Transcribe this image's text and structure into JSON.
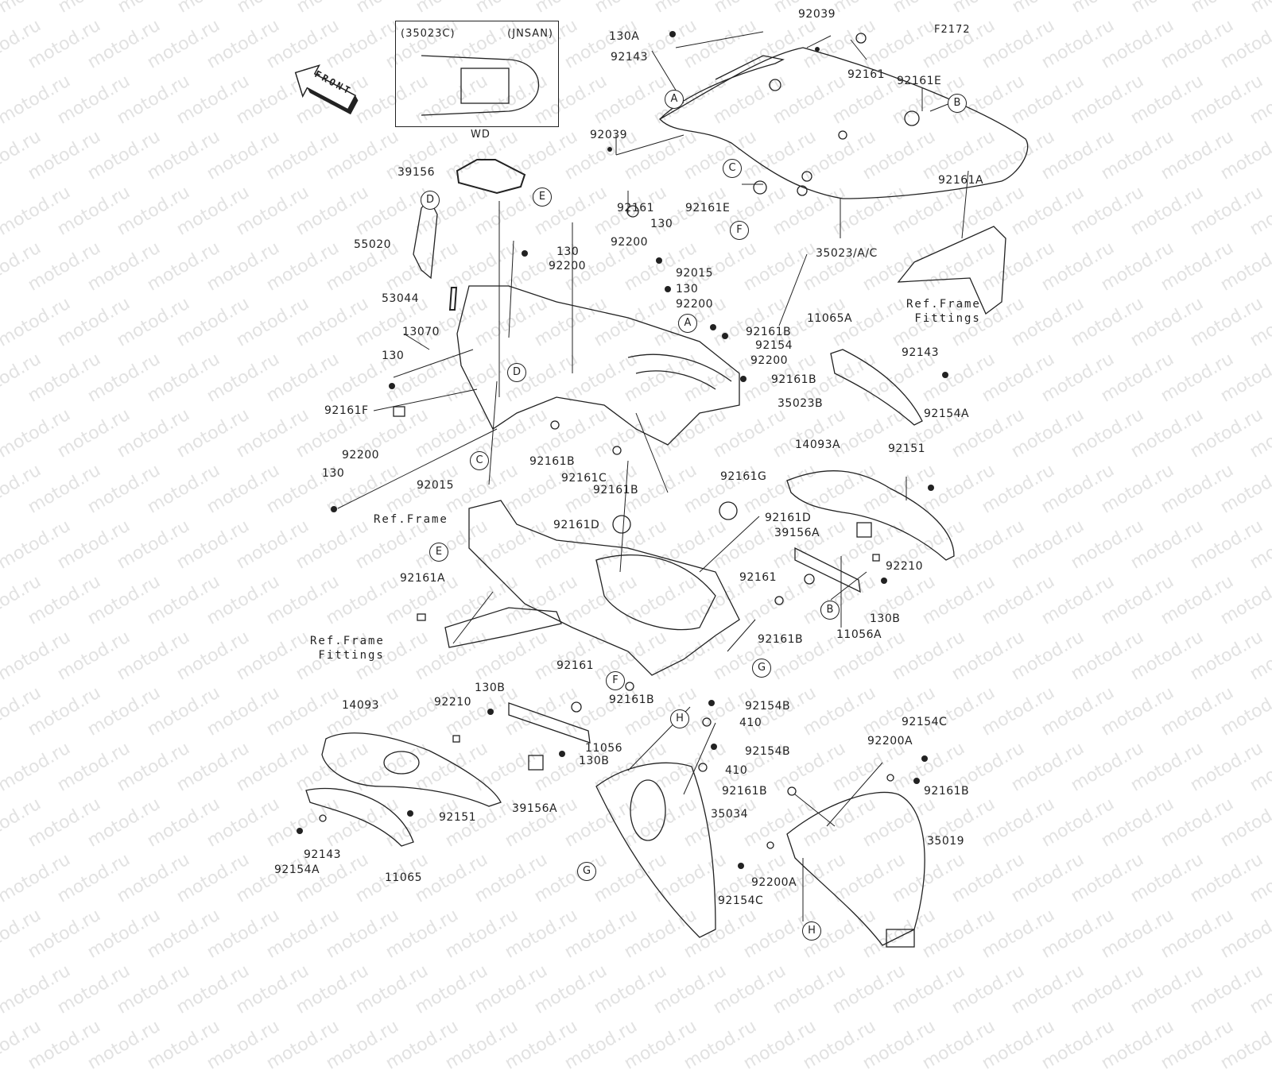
{
  "diagram": {
    "figure_id": "F2172",
    "watermark": "motod.ru",
    "orientation_arrow": "FRONT",
    "inset": {
      "left_code": "(35023C)",
      "right_code": "(JNSAN)",
      "caption": "WD"
    },
    "callouts": [
      "A",
      "B",
      "C",
      "D",
      "E",
      "F",
      "G",
      "H"
    ],
    "labels": [
      {
        "id": "l01",
        "text": "130A"
      },
      {
        "id": "l02",
        "text": "92039"
      },
      {
        "id": "l03",
        "text": "92143"
      },
      {
        "id": "l04",
        "text": "92161"
      },
      {
        "id": "l05",
        "text": "92161E"
      },
      {
        "id": "l06",
        "text": "92039"
      },
      {
        "id": "l07",
        "text": "39156"
      },
      {
        "id": "l08",
        "text": "92161"
      },
      {
        "id": "l09",
        "text": "92161E"
      },
      {
        "id": "l10",
        "text": "92161A"
      },
      {
        "id": "l11",
        "text": "55020"
      },
      {
        "id": "l12",
        "text": "130"
      },
      {
        "id": "l13",
        "text": "92200"
      },
      {
        "id": "l14",
        "text": "130"
      },
      {
        "id": "l15",
        "text": "92200"
      },
      {
        "id": "l16",
        "text": "92015"
      },
      {
        "id": "l17",
        "text": "35023/A/C"
      },
      {
        "id": "l18",
        "text": "53044"
      },
      {
        "id": "l19",
        "text": "130"
      },
      {
        "id": "l20",
        "text": "92200"
      },
      {
        "id": "l21",
        "text": "13070"
      },
      {
        "id": "l22",
        "text": "130"
      },
      {
        "id": "l23",
        "text": "92161B"
      },
      {
        "id": "l24",
        "text": "92154"
      },
      {
        "id": "l25",
        "text": "92200"
      },
      {
        "id": "l26",
        "text": "11065A"
      },
      {
        "id": "l27",
        "text": "92143"
      },
      {
        "id": "l28",
        "text": "92161B"
      },
      {
        "id": "l29",
        "text": "35023B"
      },
      {
        "id": "l30",
        "text": "92154A"
      },
      {
        "id": "l31",
        "text": "92161F"
      },
      {
        "id": "l32",
        "text": "92161B"
      },
      {
        "id": "l33",
        "text": "92161C"
      },
      {
        "id": "l34",
        "text": "92161B"
      },
      {
        "id": "l35",
        "text": "92151"
      },
      {
        "id": "l36",
        "text": "14093A"
      },
      {
        "id": "l37",
        "text": "92200"
      },
      {
        "id": "l38",
        "text": "130"
      },
      {
        "id": "l39",
        "text": "92015"
      },
      {
        "id": "l40",
        "text": "92161G"
      },
      {
        "id": "l41",
        "text": "92161D"
      },
      {
        "id": "l42",
        "text": "92161D"
      },
      {
        "id": "l43",
        "text": "39156A"
      },
      {
        "id": "l44",
        "text": "92210"
      },
      {
        "id": "l45",
        "text": "92161"
      },
      {
        "id": "l46",
        "text": "130B"
      },
      {
        "id": "l47",
        "text": "11056A"
      },
      {
        "id": "l48",
        "text": "92161A"
      },
      {
        "id": "l49",
        "text": "92161B"
      },
      {
        "id": "l50",
        "text": "92161"
      },
      {
        "id": "l51",
        "text": "92161B"
      },
      {
        "id": "l52",
        "text": "92154B"
      },
      {
        "id": "l53",
        "text": "410"
      },
      {
        "id": "l54",
        "text": "92154B"
      },
      {
        "id": "l55",
        "text": "410"
      },
      {
        "id": "l56",
        "text": "14093"
      },
      {
        "id": "l57",
        "text": "92210"
      },
      {
        "id": "l58",
        "text": "130B"
      },
      {
        "id": "l59",
        "text": "11056"
      },
      {
        "id": "l60",
        "text": "130B"
      },
      {
        "id": "l61",
        "text": "39156A"
      },
      {
        "id": "l62",
        "text": "92151"
      },
      {
        "id": "l63",
        "text": "35034"
      },
      {
        "id": "l64",
        "text": "92154C"
      },
      {
        "id": "l65",
        "text": "92200A"
      },
      {
        "id": "l66",
        "text": "92161B"
      },
      {
        "id": "l67",
        "text": "92161B"
      },
      {
        "id": "l68",
        "text": "35019"
      },
      {
        "id": "l69",
        "text": "92200A"
      },
      {
        "id": "l70",
        "text": "92154C"
      },
      {
        "id": "l71",
        "text": "92143"
      },
      {
        "id": "l72",
        "text": "92154A"
      },
      {
        "id": "l73",
        "text": "11065"
      }
    ],
    "references": [
      {
        "id": "r1",
        "text": "Ref.Frame\nFittings"
      },
      {
        "id": "r2",
        "text": "Ref.Frame"
      },
      {
        "id": "r3",
        "text": "Ref.Frame\nFittings"
      }
    ]
  }
}
